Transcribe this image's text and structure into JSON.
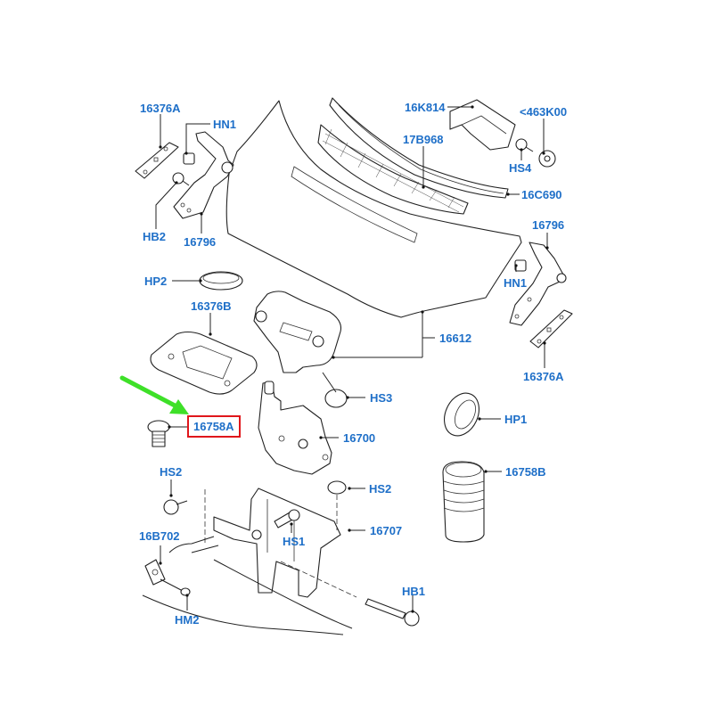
{
  "diagram": {
    "title": "Hood (bonnet) and latch exploded parts diagram",
    "label_color": "#1e6fc8",
    "highlight_color": "#e0161b",
    "arrow_color": "#3ee028",
    "highlighted_part": "16758A",
    "labels": {
      "hinge_plate_left": "16376A",
      "hinge_nut_left": "HN1",
      "hinge_bolt_left": "HB2",
      "hinge_left": "16796",
      "cowl_end_cap": "16K814",
      "clip": "<463K00",
      "cowl_screw": "HS4",
      "cowl_grille": "17B968",
      "cowl_seal": "16C690",
      "hinge_right": "16796",
      "hinge_nut_right": "HN1",
      "hinge_plate_right": "16376A",
      "hood_plug": "HP2",
      "latch_plate": "16376B",
      "hood_panel": "16612",
      "latch_screw_hs3": "HS3",
      "bump_stop_a": "16758A",
      "latch": "16700",
      "hood_plug_hp1": "HP1",
      "bump_stop_b": "16758B",
      "screw_hs2_left": "HS2",
      "screw_hs2_right": "HS2",
      "bracket": "16707",
      "screw_hs1": "HS1",
      "release_cable": "16B702",
      "nut_hm2": "HM2",
      "bolt_hb1": "HB1"
    }
  }
}
